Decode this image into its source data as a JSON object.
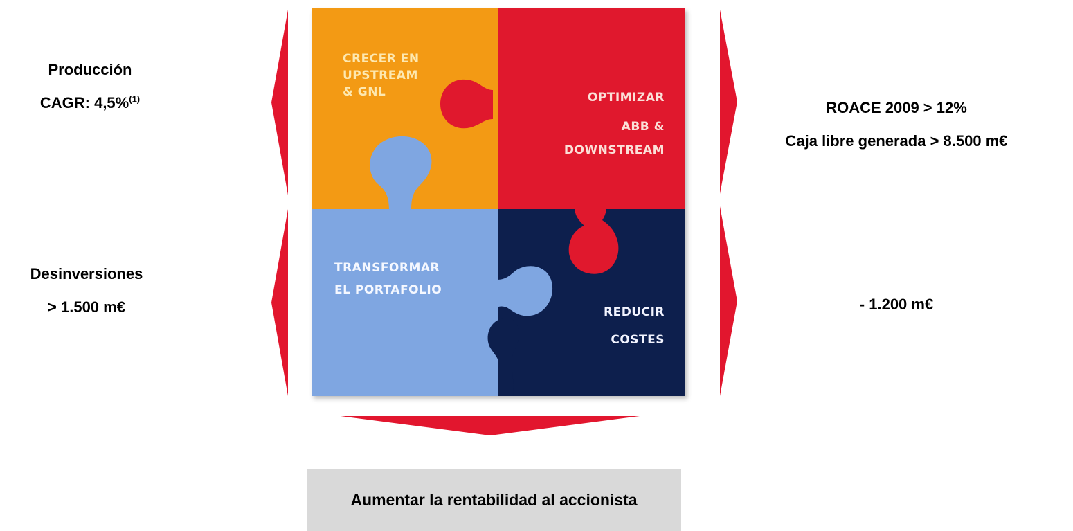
{
  "metrics": {
    "production_title": "Producción",
    "production_cagr": "CAGR: 4,5%",
    "production_note": "(1)",
    "roace": "ROACE 2009 > 12%",
    "free_cash": "Caja libre generada > 8.500 m€",
    "divest_title": "Desinversiones",
    "divest_value": "> 1.500 m€",
    "cost_value": "- 1.200 m€"
  },
  "puzzle": {
    "pieces": [
      {
        "line1": "CRECER EN",
        "line2": "UPSTREAM",
        "line3": "& GNL"
      },
      {
        "line1": "OPTIMIZAR",
        "line2": "ABB &",
        "line3": "DOWNSTREAM"
      },
      {
        "line1": "TRANSFORMAR",
        "line2": "EL PORTAFOLIO"
      },
      {
        "line1": "REDUCIR",
        "line2": "COSTES"
      }
    ]
  },
  "outcome": {
    "label": "Aumentar la rentabilidad al accionista"
  },
  "colors": {
    "arrow_red": "#e2162e",
    "piece_orange": "#f39a14",
    "piece_red": "#e0182d",
    "piece_lightblue": "#7fa6e1",
    "piece_navy": "#0d1f4d",
    "orange_text": "#fde8b0",
    "red_text": "#fbe0d8",
    "light_text": "#f5f8ff",
    "navy_text": "#f2f4ff"
  }
}
